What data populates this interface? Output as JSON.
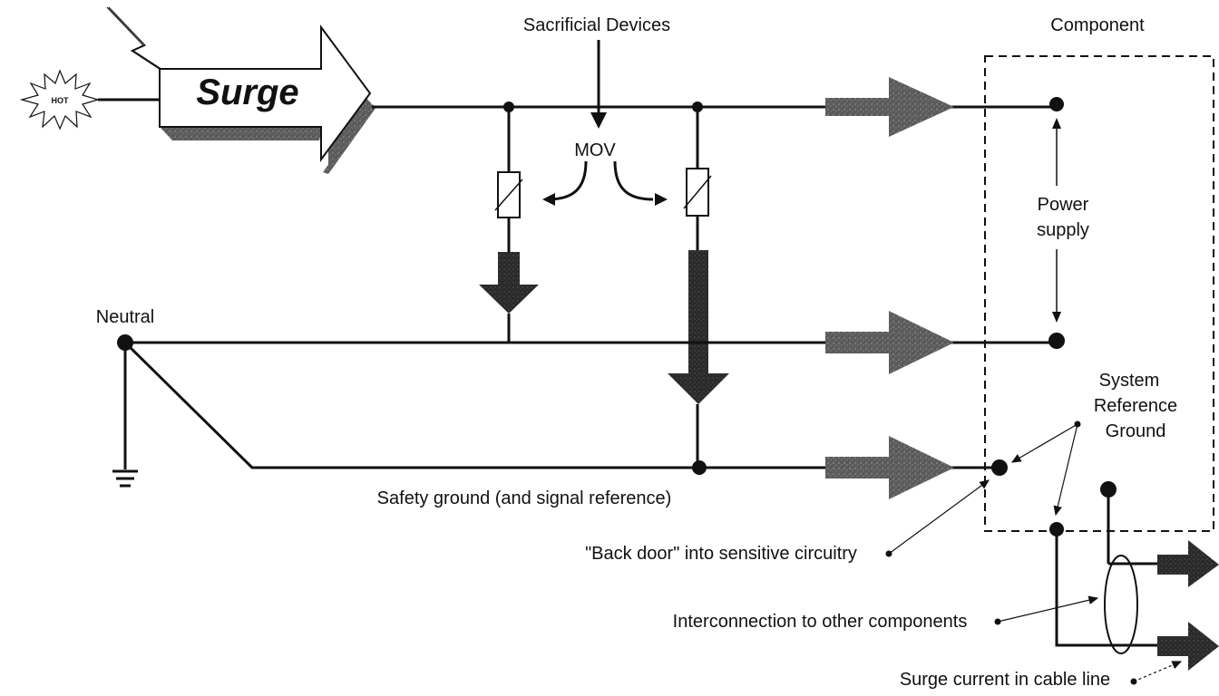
{
  "title": "Sacrificial Devices",
  "component_label": "Component",
  "hot_label": "HOT",
  "surge_label": "Surge",
  "mov_label": "MOV",
  "power_supply": [
    "Power",
    "supply"
  ],
  "neutral_label": "Neutral",
  "system_ref_ground": [
    "System",
    "Reference",
    "Ground"
  ],
  "safety_ground_label": "Safety ground (and signal reference)",
  "back_door_label": "\"Back door\" into sensitive circuitry",
  "interconnection_label": "Interconnection to other components",
  "surge_cable_label": "Surge current in cable line",
  "colors": {
    "ink": "#111111",
    "arrow_fill": "#555555",
    "dark_arrow": "#2a2a2a",
    "background": "#ffffff"
  }
}
